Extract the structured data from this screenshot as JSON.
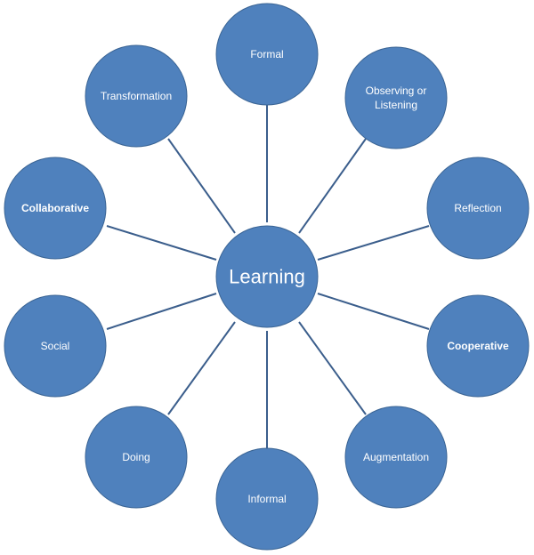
{
  "center": {
    "label": "Learning"
  },
  "nodes": [
    {
      "id": "formal",
      "lines": [
        "Formal"
      ],
      "bold": false
    },
    {
      "id": "observing",
      "lines": [
        "Observing or",
        "Listening"
      ],
      "bold": false
    },
    {
      "id": "reflection",
      "lines": [
        "Reflection"
      ],
      "bold": false
    },
    {
      "id": "cooperative",
      "lines": [
        "Cooperative"
      ],
      "bold": true
    },
    {
      "id": "augmentation",
      "lines": [
        "Augmentation"
      ],
      "bold": false
    },
    {
      "id": "informal",
      "lines": [
        "Informal"
      ],
      "bold": false
    },
    {
      "id": "doing",
      "lines": [
        "Doing"
      ],
      "bold": false
    },
    {
      "id": "social",
      "lines": [
        "Social"
      ],
      "bold": false
    },
    {
      "id": "collaborative",
      "lines": [
        "Collaborative"
      ],
      "bold": true
    },
    {
      "id": "transformation",
      "lines": [
        "Transformation"
      ],
      "bold": false
    }
  ],
  "colors": {
    "node_fill": "#4F81BD",
    "node_stroke": "#3A6494",
    "connector": "#3B5E8C",
    "text": "#FFFFFF"
  }
}
